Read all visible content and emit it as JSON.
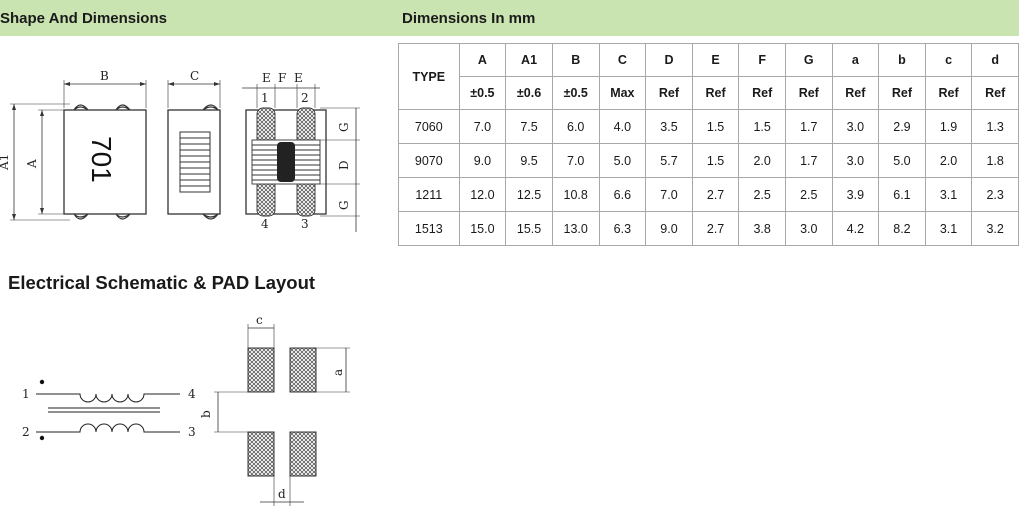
{
  "header": {
    "left_title": "Shape And Dimensions",
    "right_title": "Dimensions In mm"
  },
  "schematic_title": "Electrical Schematic & PAD Layout",
  "drawing_labels": {
    "B": "B",
    "C": "C",
    "E": "E",
    "F": "F",
    "A": "A",
    "A1": "A1",
    "D": "D",
    "G": "G",
    "part_marking": "701",
    "pin1": "1",
    "pin2": "2",
    "pin3": "3",
    "pin4": "4",
    "pad_a": "a",
    "pad_b": "b",
    "pad_c": "c",
    "pad_d": "d"
  },
  "table": {
    "type_header": "TYPE",
    "columns": [
      "A",
      "A1",
      "B",
      "C",
      "D",
      "E",
      "F",
      "G",
      "a",
      "b",
      "c",
      "d"
    ],
    "tolerances": [
      "±0.5",
      "±0.6",
      "±0.5",
      "Max",
      "Ref",
      "Ref",
      "Ref",
      "Ref",
      "Ref",
      "Ref",
      "Ref",
      "Ref"
    ],
    "rows": [
      {
        "type": "7060",
        "values": [
          "7.0",
          "7.5",
          "6.0",
          "4.0",
          "3.5",
          "1.5",
          "1.5",
          "1.7",
          "3.0",
          "2.9",
          "1.9",
          "1.3"
        ]
      },
      {
        "type": "9070",
        "values": [
          "9.0",
          "9.5",
          "7.0",
          "5.0",
          "5.7",
          "1.5",
          "2.0",
          "1.7",
          "3.0",
          "5.0",
          "2.0",
          "1.8"
        ]
      },
      {
        "type": "1211",
        "values": [
          "12.0",
          "12.5",
          "10.8",
          "6.6",
          "7.0",
          "2.7",
          "2.5",
          "2.5",
          "3.9",
          "6.1",
          "3.1",
          "2.3"
        ]
      },
      {
        "type": "1513",
        "values": [
          "15.0",
          "15.5",
          "13.0",
          "6.3",
          "9.0",
          "2.7",
          "3.8",
          "3.0",
          "4.2",
          "8.2",
          "3.1",
          "3.2"
        ]
      }
    ]
  },
  "colors": {
    "header_band": "#c9e3b1",
    "table_border": "#a8a8a8",
    "coil_fill": "#222222"
  }
}
